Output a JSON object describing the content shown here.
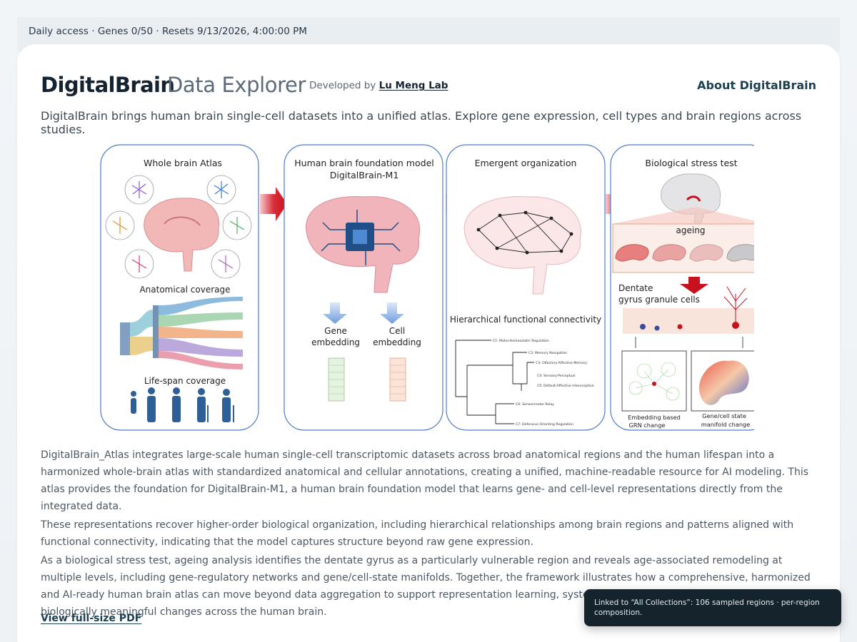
{
  "access_bar": {
    "text": "Daily access · Genes 0/50 · Resets 9/13/2026, 4:00:00 PM"
  },
  "header": {
    "brand": "DigitalBrain",
    "subtitle": "Data Explorer",
    "developed_by_prefix": "Developed by ",
    "lab_name": "Lu Meng Lab",
    "about_link": "About DigitalBrain"
  },
  "intro": "DigitalBrain brings human brain single-cell datasets into a unified atlas. Explore gene expression, cell types and brain regions across studies.",
  "figure": {
    "panel1": {
      "title": "Whole brain Atlas",
      "anatomical": "Anatomical coverage",
      "lifespan": "Life-span coverage"
    },
    "panel2": {
      "title_line1": "Human brain foundation model",
      "title_line2": "DigitalBrain-M1",
      "gene1": "Gene",
      "gene2": "embedding",
      "cell1": "Cell",
      "cell2": "embedding"
    },
    "panel3": {
      "title": "Emergent organization",
      "hier": "Hierarchical functional connectivity",
      "leaves": [
        "C1: Motor-Homeostatic Regulation",
        "C2: Memory Navigation",
        "C3: Olfactory-Affective Memory",
        "C4: Sensory-Perceptual",
        "C5: Default-Affective Interoceptive",
        "C6: Sensorimotor Relay",
        "C7: Defensive Orienting Regulation"
      ]
    },
    "panel4": {
      "title": "Biological stress test",
      "ageing": "ageing",
      "dentate1": "Dentate",
      "dentate2": "gyrus granule cells",
      "emb1": "Embedding based",
      "emb2": "GRN change",
      "man1": "Gene/cell state",
      "man2": "manifold change"
    },
    "colors": {
      "panel_border": "#4e7dc4",
      "arrow": "#c8101e",
      "down_arrow": "#7fa6e0"
    }
  },
  "description": [
    "DigitalBrain_Atlas integrates large-scale human single-cell transcriptomic datasets across broad anatomical regions and the human lifespan into a harmonized whole-brain atlas with standardized anatomical and cellular annotations, creating a unified, machine-readable resource for AI modeling. This atlas provides the foundation for DigitalBrain-M1, a human brain foundation model that learns gene- and cell-level representations directly from the integrated data.",
    "These representations recover higher-order biological organization, including hierarchical relationships among brain regions and patterns aligned with functional connectivity, indicating that the model captures structure beyond raw gene expression.",
    "As a biological stress test, ageing analysis identifies the dentate gyrus as a particularly vulnerable region and reveals age-associated remodeling at multiple levels, including gene-regulatory networks and gene/cell-state manifolds. Together, the framework illustrates how a comprehensive, harmonized and AI-ready human brain atlas can move beyond data aggregation to support representation learning, systems-level organization and discovery of biologically meaningful changes across the human brain."
  ],
  "pdf_link": "View full-size PDF",
  "toast": "Linked to “All Collections”: 106 sampled regions · per-region composition."
}
